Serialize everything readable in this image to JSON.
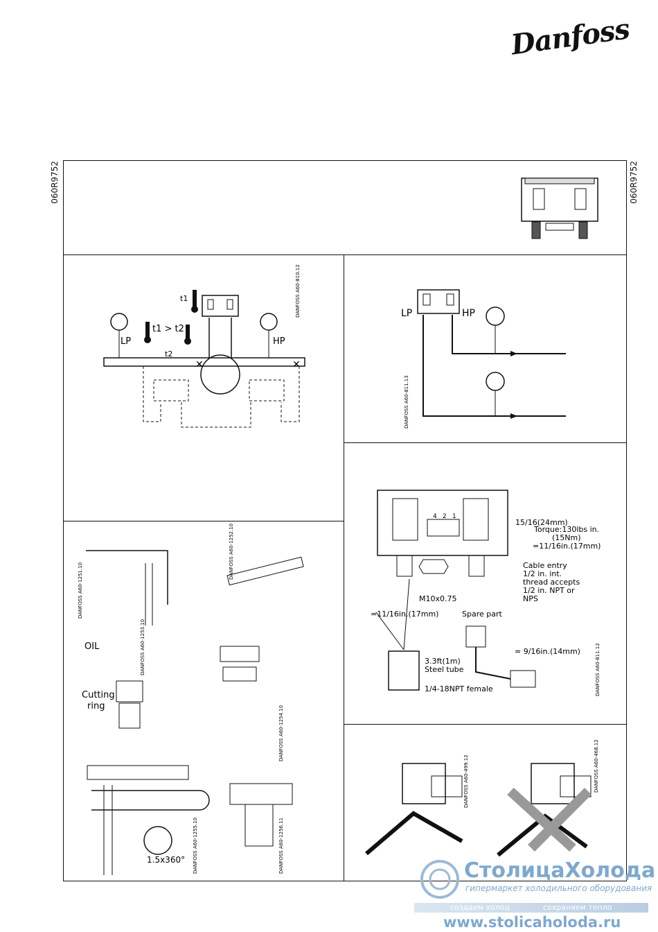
{
  "brand": {
    "logo_text": "Danfoss"
  },
  "doc_code": "060R9752",
  "panel_lp_hp": {
    "t1": "t1",
    "inequality": "t1 > t2",
    "t2": "t2",
    "lp": "LP",
    "hp": "HP",
    "ref": "DANFOSS A60-810.12"
  },
  "panel_gauges": {
    "lp": "LP",
    "hp": "HP",
    "ref": "DANFOSS A60-811.13"
  },
  "panel_fittings": {
    "hex_24": "15/16(24mm)",
    "torque": "Torque:130lbs in.",
    "torque_nm": "(15Nm)",
    "hex_17a": "=11/16in.(17mm)",
    "cable_entry": [
      "Cable entry",
      "1/2 in. int.",
      "thread accepts",
      "1/2 in. NPT or",
      "NPS"
    ],
    "m10": "M10x0.75",
    "spare_part": "Spare part",
    "hex_17b": "=11/16in.(17mm)",
    "hex_14": "= 9/16in.(14mm)",
    "steel_tube": [
      "3.3ft(1m)",
      "Steel tube"
    ],
    "npt_female": "1/4-18NPT female",
    "ref": "DANFOSS A60-811.12",
    "terminals": [
      "4",
      "2",
      "1"
    ]
  },
  "panel_assembly": {
    "refs": [
      "DANFOSS A60-1251.10",
      "DANFOSS A60-1252.10",
      "DANFOSS A60-1253.10",
      "DANFOSS A60-1254.10",
      "DANFOSS A60-1255.10",
      "DANFOSS A60-1256.11"
    ],
    "oil": "OIL",
    "cutting_ring": [
      "Cutting",
      "ring"
    ],
    "rotation": "1.5x360°"
  },
  "panel_wrench": {
    "refs": [
      "DANFOSS A60-499.12",
      "DANFOSS A60-468.12"
    ]
  },
  "watermark": {
    "name": "СтолицаХолода",
    "tagline": "гипермаркет холодильного оборудования",
    "slogan_left": "создаем холод",
    "slogan_right": "сохраняем тепло",
    "url": "www.stolicaholoda.ru"
  }
}
